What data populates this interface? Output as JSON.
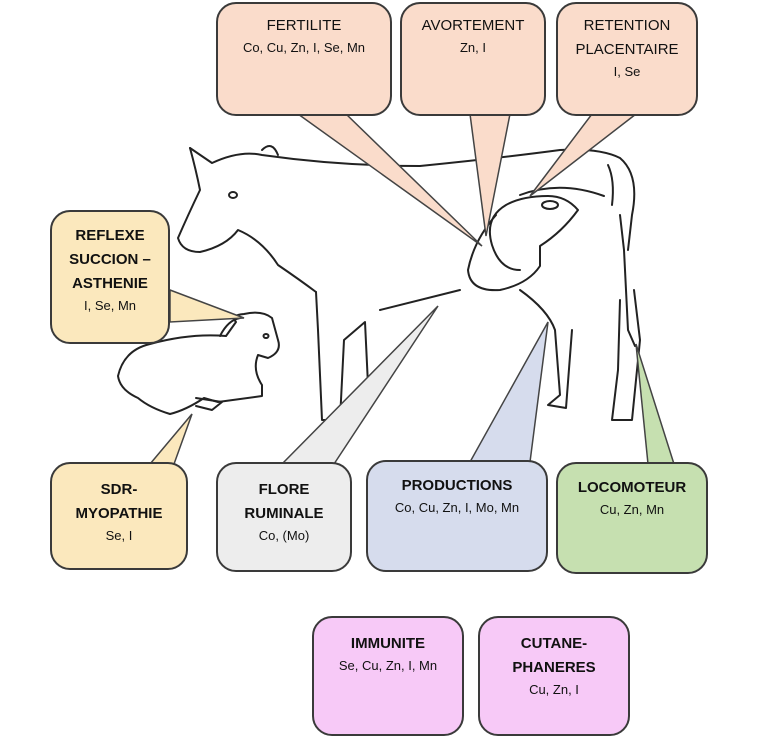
{
  "boxes": {
    "fertilite": {
      "title": "FERTILITE",
      "elements": "Co, Cu, Zn, I, Se, Mn",
      "color": "#fadccb"
    },
    "avortement": {
      "title": "AVORTEMENT",
      "elements": "Zn, I",
      "color": "#fadccb"
    },
    "retention": {
      "title": "RETENTION\nPLACENTAIRE",
      "elements": "I, Se",
      "color": "#fadccb"
    },
    "reflexe": {
      "title": "REFLEXE\nSUCCION –\nASTHENIE",
      "elements": "I, Se,  Mn",
      "color": "#fbe8bd"
    },
    "sdr": {
      "title": "SDR-\nMYOPATHIE",
      "elements": "Se, I",
      "color": "#fbe8bd"
    },
    "flore": {
      "title": "FLORE\nRUMINALE",
      "elements": "Co, (Mo)",
      "color": "#ededed"
    },
    "productions": {
      "title": "PRODUCTIONS",
      "elements": "Co, Cu, Zn, I, Mo, Mn",
      "color": "#d6dced"
    },
    "locomoteur": {
      "title": "LOCOMOTEUR",
      "elements": "Cu, Zn, Mn",
      "color": "#c6e0b0"
    },
    "immunite": {
      "title": "IMMUNITE",
      "elements": "Se, Cu, Zn, I, Mn",
      "color": "#f7c9f7"
    },
    "cutane": {
      "title": "CUTANE-\nPHANERES",
      "elements": "Cu, Zn, I",
      "color": "#f7c9f7"
    }
  }
}
